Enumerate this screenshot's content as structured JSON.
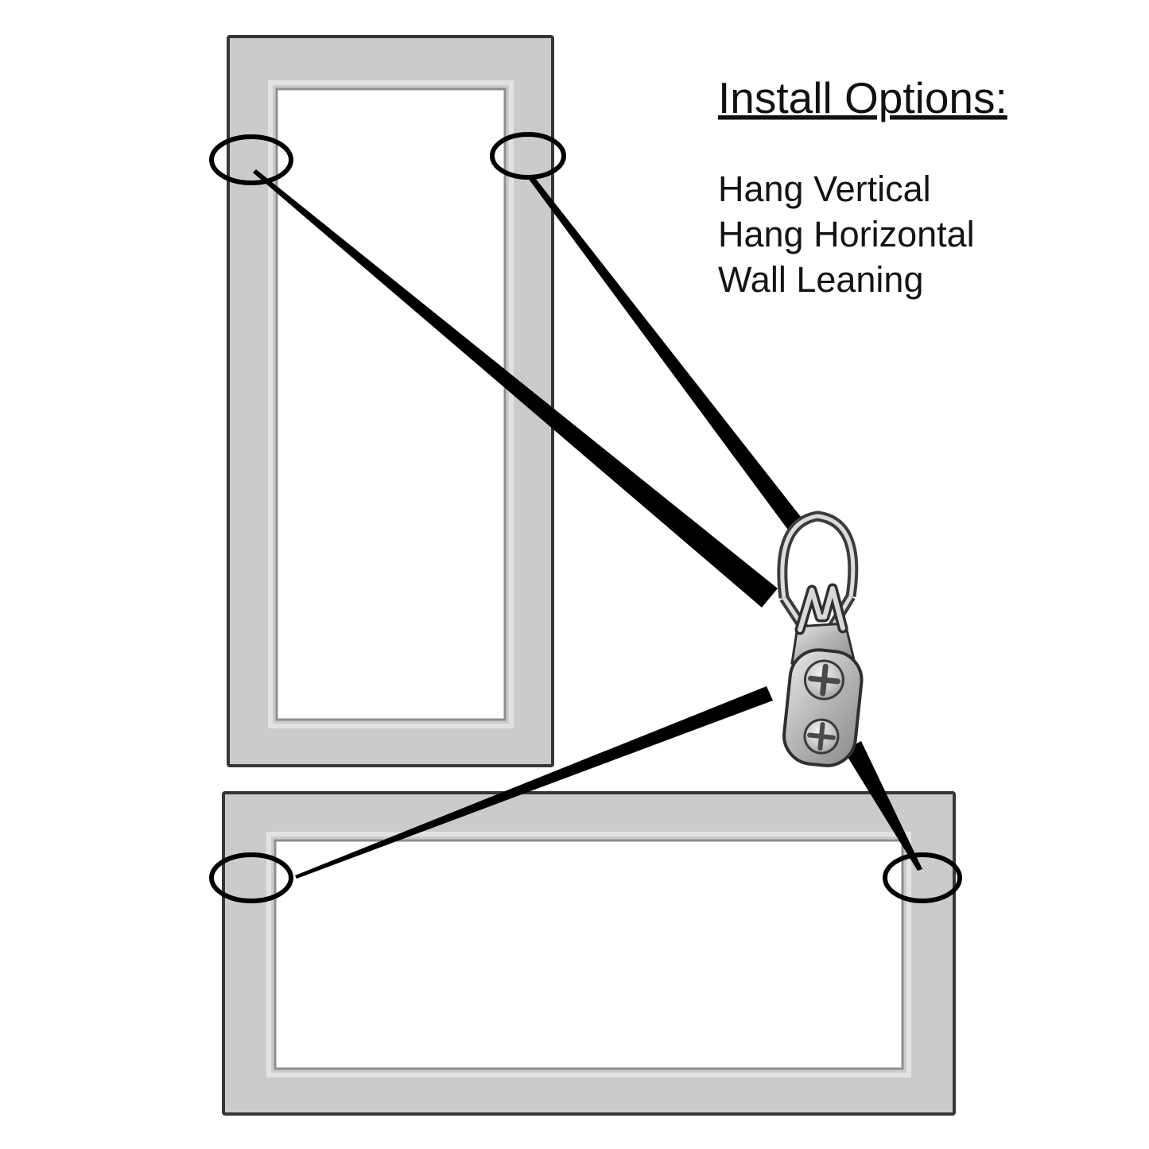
{
  "title": "Install Options:",
  "options": [
    "Hang Vertical",
    "Hang Horizontal",
    "Wall Leaning"
  ],
  "colors": {
    "frame_fill": "#cbcbcb",
    "frame_outline": "#363636",
    "opening_fill": "#ffffff",
    "opening_outline": "#8f8f8f",
    "pointer_line": "#000000",
    "marker_outline": "#000000",
    "metal_light": "#e6e6e6",
    "metal_dark": "#8c8c8c"
  }
}
